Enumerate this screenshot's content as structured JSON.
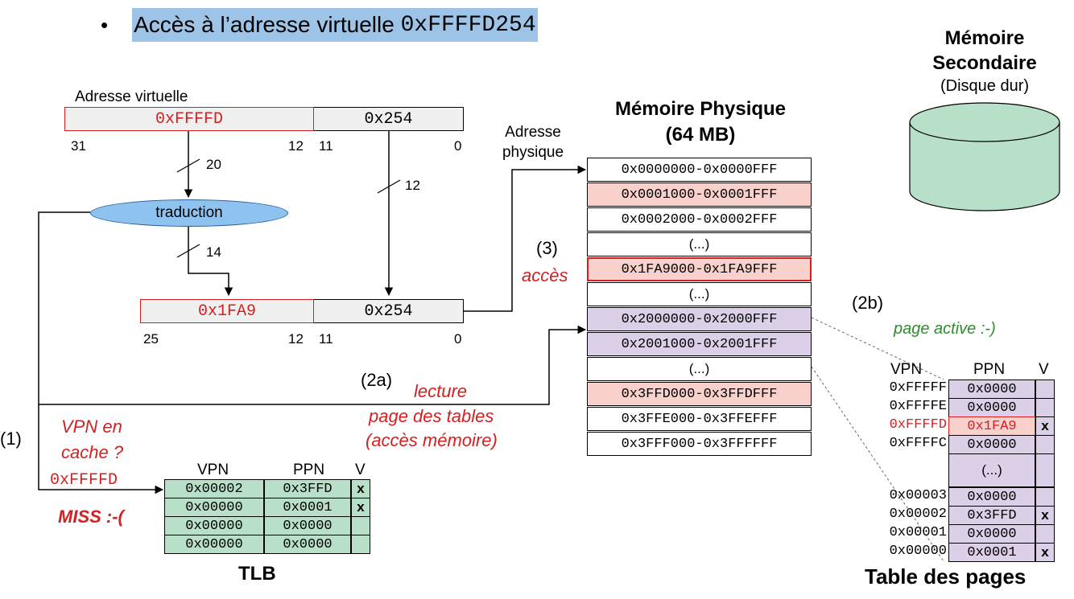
{
  "header": {
    "bullet": "•",
    "text": "Accès à l’adresse virtuelle ",
    "address": "0xFFFFD254"
  },
  "colors": {
    "title_highlight": "#9dc3e6",
    "red_text": "#d42020",
    "green_text": "#2e8b2e",
    "vpn_box_fill": "#f0f0f0",
    "pink_row": "#f8d0cc",
    "purple_row": "#dcd0e8",
    "tlb_fill": "#b8dfc8",
    "disk_fill": "#b8dfc8",
    "traduction_fill": "#8ec3f0"
  },
  "virtual_address": {
    "label": "Adresse virtuelle",
    "vpn": "0xFFFFD",
    "offset": "0x254",
    "bits": {
      "b31": "31",
      "b12": "12",
      "b11": "11",
      "b0": "0"
    },
    "bus_vpn": "20",
    "bus_offset": "12"
  },
  "translation": {
    "label": "traduction",
    "bus_out": "14"
  },
  "physical_address": {
    "ppn": "0x1FA9",
    "offset": "0x254",
    "bits": {
      "b25": "25",
      "b12": "12",
      "b11": "11",
      "b0": "0"
    },
    "label_line1": "Adresse",
    "label_line2": "physique"
  },
  "physical_memory": {
    "title_line1": "Mémoire Physique",
    "title_line2": "(64 MB)",
    "rows": [
      {
        "text": "0x0000000-0x0000FFF",
        "style": "white"
      },
      {
        "text": "0x0001000-0x0001FFF",
        "style": "pink"
      },
      {
        "text": "0x0002000-0x0002FFF",
        "style": "white"
      },
      {
        "text": "(...)",
        "style": "ellipsis"
      },
      {
        "text": "0x1FA9000-0x1FA9FFF",
        "style": "pink-highlight"
      },
      {
        "text": "(...)",
        "style": "ellipsis"
      },
      {
        "text": "0x2000000-0x2000FFF",
        "style": "purple"
      },
      {
        "text": "0x2001000-0x2001FFF",
        "style": "purple"
      },
      {
        "text": "(...)",
        "style": "ellipsis"
      },
      {
        "text": "0x3FFD000-0x3FFDFFF",
        "style": "pink"
      },
      {
        "text": "0x3FFE000-0x3FFEFFF",
        "style": "white"
      },
      {
        "text": "0x3FFF000-0x3FFFFFF",
        "style": "white"
      }
    ]
  },
  "steps": {
    "step3_num": "(3)",
    "step3_text": "accès",
    "step2a_num": "(2a)",
    "step2a_line1": "lecture",
    "step2a_line2": "page des tables",
    "step2a_line3": "(accès mémoire)",
    "step2b_num": "(2b)",
    "step2b_text": "page active :-)",
    "step1_num": "(1)",
    "step1_line1": "VPN en",
    "step1_line2": "cache ?",
    "step1_vpn": "0xFFFFD",
    "miss": "MISS :-("
  },
  "tlb": {
    "title": "TLB",
    "headers": [
      "VPN",
      "PPN",
      "V"
    ],
    "rows": [
      {
        "vpn": "0x00002",
        "ppn": "0x3FFD",
        "v": "x"
      },
      {
        "vpn": "0x00000",
        "ppn": "0x0001",
        "v": "x"
      },
      {
        "vpn": "0x00000",
        "ppn": "0x0000",
        "v": ""
      },
      {
        "vpn": "0x00000",
        "ppn": "0x0000",
        "v": ""
      }
    ]
  },
  "page_table": {
    "title": "Table des pages",
    "headers": [
      "VPN",
      "PPN",
      "V"
    ],
    "rows": [
      {
        "vpn": "0xFFFFF",
        "ppn": "0x0000",
        "v": ""
      },
      {
        "vpn": "0xFFFFE",
        "ppn": "0x0000",
        "v": ""
      },
      {
        "vpn": "0xFFFFD",
        "ppn": "0x1FA9",
        "v": "x",
        "highlight": true
      },
      {
        "vpn": "0xFFFFC",
        "ppn": "0x0000",
        "v": ""
      }
    ],
    "ellipsis": "(...)",
    "rows_bottom": [
      {
        "vpn": "0x00003",
        "ppn": "0x0000",
        "v": ""
      },
      {
        "vpn": "0x00002",
        "ppn": "0x3FFD",
        "v": "x"
      },
      {
        "vpn": "0x00001",
        "ppn": "0x0000",
        "v": ""
      },
      {
        "vpn": "0x00000",
        "ppn": "0x0001",
        "v": "x"
      }
    ]
  },
  "secondary_memory": {
    "title_line1": "Mémoire",
    "title_line2": "Secondaire",
    "subtitle": "(Disque dur)"
  }
}
